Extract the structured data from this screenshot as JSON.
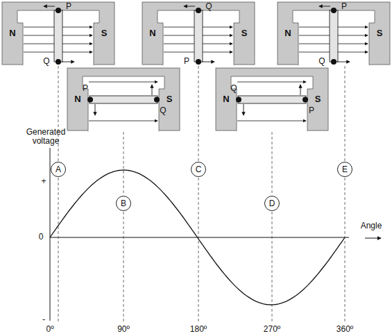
{
  "diagram": {
    "nodes": [
      {
        "text": [
          "A"
        ]
      },
      {
        "text": [
          "B"
        ]
      },
      {
        "text": [
          "C"
        ]
      },
      {
        "text": [
          "D"
        ]
      },
      {
        "text": [
          "E"
        ]
      }
    ],
    "labels": [
      "N",
      "S",
      "P",
      "Q",
      "N",
      "S",
      "P",
      "Q",
      "N",
      "S",
      "Q",
      "P",
      "N",
      "S",
      "Q",
      "P",
      "N",
      "S",
      "P",
      "Q",
      "Generated voltage",
      "+",
      "0",
      "-",
      "Angle",
      "0º",
      "90º",
      "180º",
      "270º",
      "360º"
    ]
  }
}
